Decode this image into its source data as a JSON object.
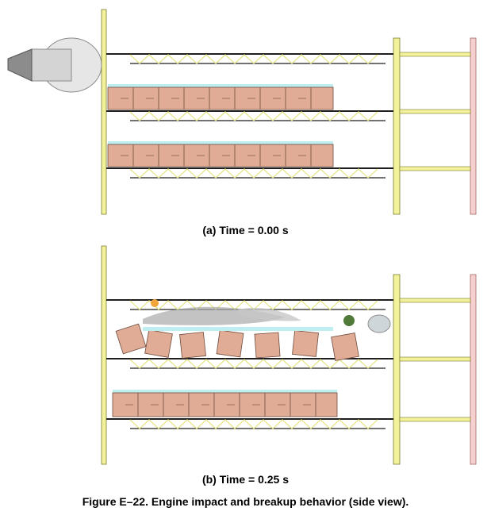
{
  "panels": [
    {
      "id": "a",
      "caption": "(a) Time = 0.00 s"
    },
    {
      "id": "b",
      "caption": "(b) Time = 0.25 s"
    }
  ],
  "figure_caption": "Figure E–22.  Engine impact and breakup behavior (side view).",
  "colors": {
    "column": "#f2f29a",
    "column_stroke": "#7a7a30",
    "pink_column": "#f6cfcf",
    "truss": "#e6e68a",
    "slab": "#1f1f1f",
    "cargo": "#e0ac96",
    "cargo_stroke": "#6e4a3c",
    "floor_cyan": "#bfeef0",
    "engine_light": "#e6e6e6",
    "engine_dark": "#8c8c8c",
    "debris": "#a9a9a9"
  },
  "icons": {
    "engine": "jet-engine-icon",
    "debris": "debris-icon"
  }
}
